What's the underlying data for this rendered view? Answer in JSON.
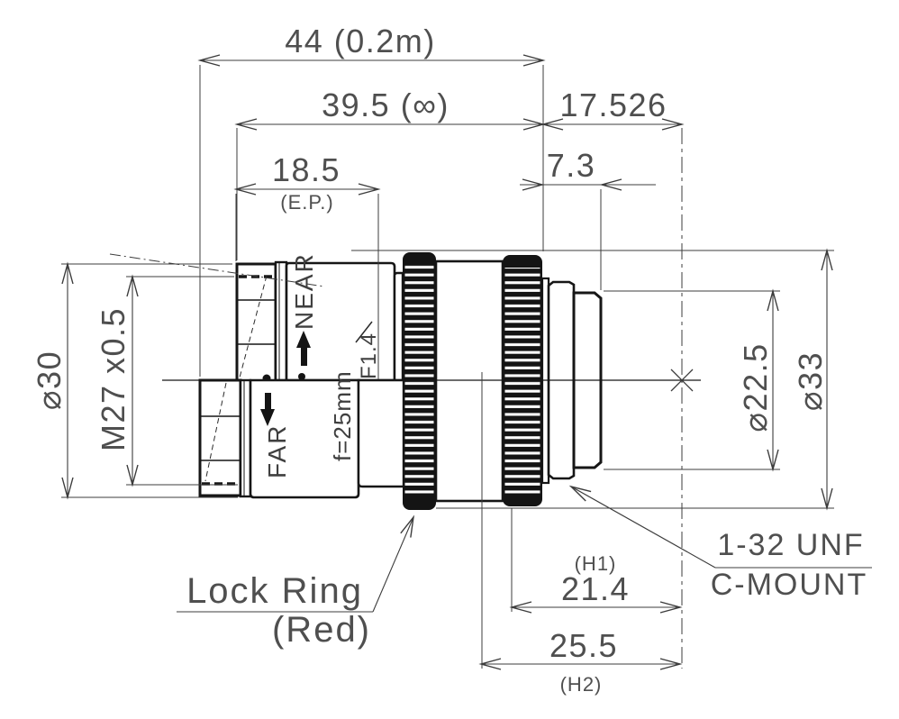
{
  "drawing": {
    "dimensions": {
      "overall_near": "44 (0.2m)",
      "overall_inf": "39.5 (∞)",
      "flange_back": "17.526",
      "ep_value": "18.5",
      "ep_note": "(E.P.)",
      "thread_length": "7.3",
      "front_diameter": "⌀30",
      "filter_thread": "M27 x0.5",
      "rear_diameter": "⌀22.5",
      "body_diameter": "⌀33",
      "h1_note": "(H1)",
      "h1_value": "21.4",
      "h2_value": "25.5",
      "h2_note": "(H2)"
    },
    "markings": {
      "near": "NEAR",
      "far": "FAR",
      "focal_length": "f=25mm",
      "aperture": "F1.4"
    },
    "callouts": {
      "lock_ring": "Lock Ring",
      "lock_ring_note": "(Red)",
      "mount_thread": "1-32 UNF",
      "mount_type": "C-MOUNT"
    },
    "colors": {
      "outline": "#161616",
      "dimension": "#3c3c3c",
      "text": "#4f4f4f",
      "background": "#ffffff"
    }
  }
}
